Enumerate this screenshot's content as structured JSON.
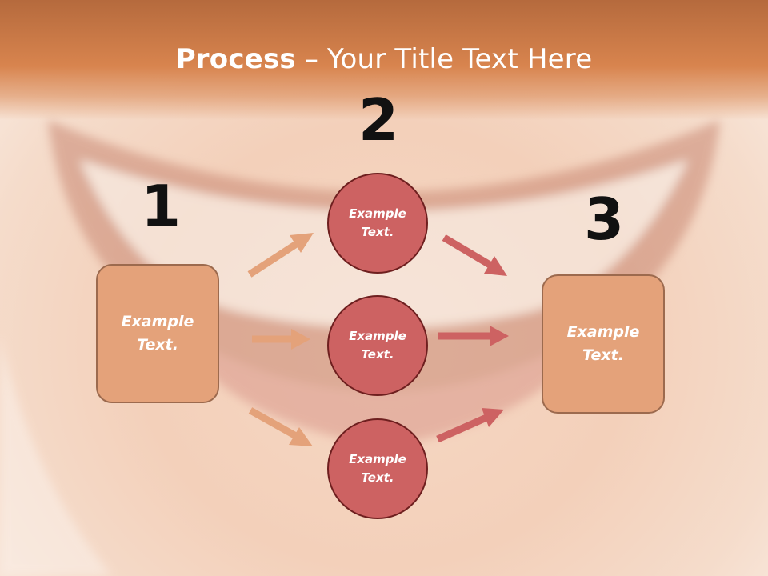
{
  "title": {
    "bold": "Process",
    "rest": " – Your Title Text Here"
  },
  "numbers": [
    "1",
    "2",
    "3"
  ],
  "left_box": {
    "text": "Example\nText."
  },
  "right_box": {
    "text": "Example\nText."
  },
  "circles": [
    {
      "text": "Example\nText."
    },
    {
      "text": "Example\nText."
    },
    {
      "text": "Example\nText."
    }
  ],
  "colors": {
    "box_fill": "#e4a27a",
    "circle_fill": "#cd6262",
    "left_arrow": "#e4a27a",
    "right_arrow": "#cd6262",
    "title_band": "#d8844e"
  }
}
